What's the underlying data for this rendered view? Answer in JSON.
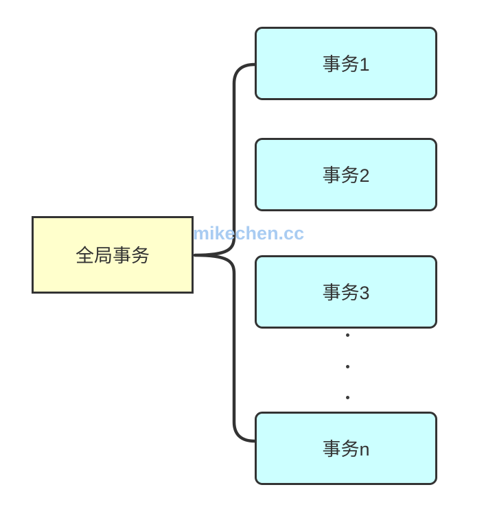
{
  "diagram": {
    "title": "global-transaction-branch-transactions",
    "background_color": "#ffffff",
    "global_node": {
      "label": "全局事务",
      "fill": "#ffffcc",
      "stroke": "#333333"
    },
    "branch_nodes": [
      {
        "label": "事务1",
        "fill": "#ccffff",
        "stroke": "#333333"
      },
      {
        "label": "事务2",
        "fill": "#ccffff",
        "stroke": "#333333"
      },
      {
        "label": "事务3",
        "fill": "#ccffff",
        "stroke": "#333333"
      },
      {
        "label": "事务n",
        "fill": "#ccffff",
        "stroke": "#333333"
      }
    ],
    "connector": {
      "kind": "curly-brace",
      "stroke": "#333333",
      "orientation": "left-pointing"
    },
    "ellipsis": {
      "glyph": "·",
      "count": 3,
      "color": "#3b3b3b"
    },
    "watermark": {
      "text": "mikechen.cc",
      "color": "#a9ccf2"
    }
  }
}
